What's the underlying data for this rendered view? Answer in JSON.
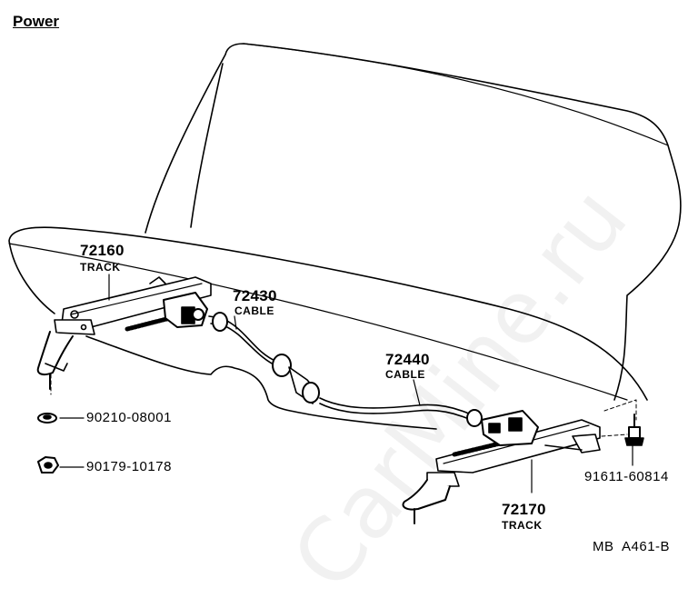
{
  "title": "Power",
  "parts": {
    "track_left": {
      "number": "72160",
      "name": "TRACK"
    },
    "cable_front": {
      "number": "72430",
      "name": "CABLE"
    },
    "cable_rear": {
      "number": "72440",
      "name": "CABLE"
    },
    "track_right": {
      "number": "72170",
      "name": "TRACK"
    },
    "washer": {
      "number": "90210-08001"
    },
    "nut": {
      "number": "90179-10178"
    },
    "bolt": {
      "number": "91611-60814"
    }
  },
  "diagram_code": "MB  A461-B",
  "watermark": "CarMine.ru"
}
